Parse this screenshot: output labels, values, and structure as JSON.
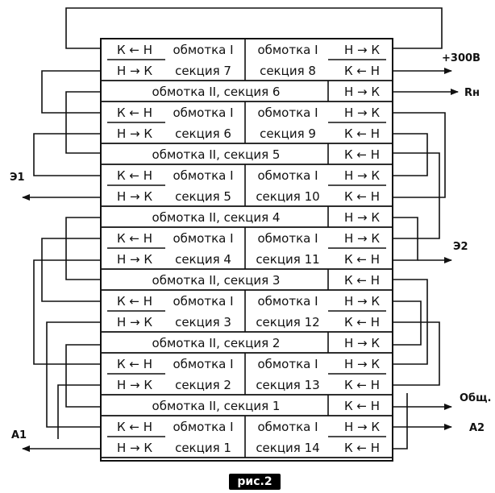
{
  "caption": "рис.2",
  "colors": {
    "ink": "#111111",
    "background": "#ffffff"
  },
  "terminals": {
    "t300": "+300В",
    "rn": "Rн",
    "e1": "Э1",
    "e2": "Э2",
    "common": "Общ.",
    "a2": "А2",
    "a1": "А1"
  },
  "half_rows": [
    {
      "l": [
        "К ← Н",
        "обмотка I",
        "обмотка I",
        "Н → К"
      ],
      "r": [
        "Н → К",
        "секция 7",
        "секция 8",
        "К ← Н"
      ]
    },
    {
      "l": [
        "К ← Н",
        "обмотка I",
        "обмотка I",
        "Н → К"
      ],
      "r": [
        "Н → К",
        "секция 6",
        "секция 9",
        "К ← Н"
      ]
    },
    {
      "l": [
        "К ← Н",
        "обмотка I",
        "обмотка I",
        "Н → К"
      ],
      "r": [
        "Н → К",
        "секция 5",
        "секция 10",
        "К ← Н"
      ]
    },
    {
      "l": [
        "К ← Н",
        "обмотка I",
        "обмотка I",
        "Н → К"
      ],
      "r": [
        "Н → К",
        "секция 4",
        "секция 11",
        "К ← Н"
      ]
    },
    {
      "l": [
        "К ← Н",
        "обмотка I",
        "обмотка I",
        "Н → К"
      ],
      "r": [
        "Н → К",
        "секция 3",
        "секция 12",
        "К ← Н"
      ]
    },
    {
      "l": [
        "К ← Н",
        "обмотка I",
        "обмотка I",
        "Н → К"
      ],
      "r": [
        "Н → К",
        "секция 2",
        "секция 13",
        "К ← Н"
      ]
    },
    {
      "l": [
        "К ← Н",
        "обмотка I",
        "обмотка I",
        "Н → К"
      ],
      "r": [
        "Н → К",
        "секция 1",
        "секция 14",
        "К ← Н"
      ]
    }
  ],
  "full_rows": [
    {
      "label": "обмотка II, секция 6",
      "dir": "Н → К"
    },
    {
      "label": "обмотка II, секция 5",
      "dir": "К ← Н"
    },
    {
      "label": "обмотка II, секция 4",
      "dir": "Н → К"
    },
    {
      "label": "обмотка II, секция 3",
      "dir": "К ← Н"
    },
    {
      "label": "обмотка II, секция 2",
      "dir": "Н → К"
    },
    {
      "label": "обмотка II, секция 1",
      "dir": "К ← Н"
    }
  ]
}
